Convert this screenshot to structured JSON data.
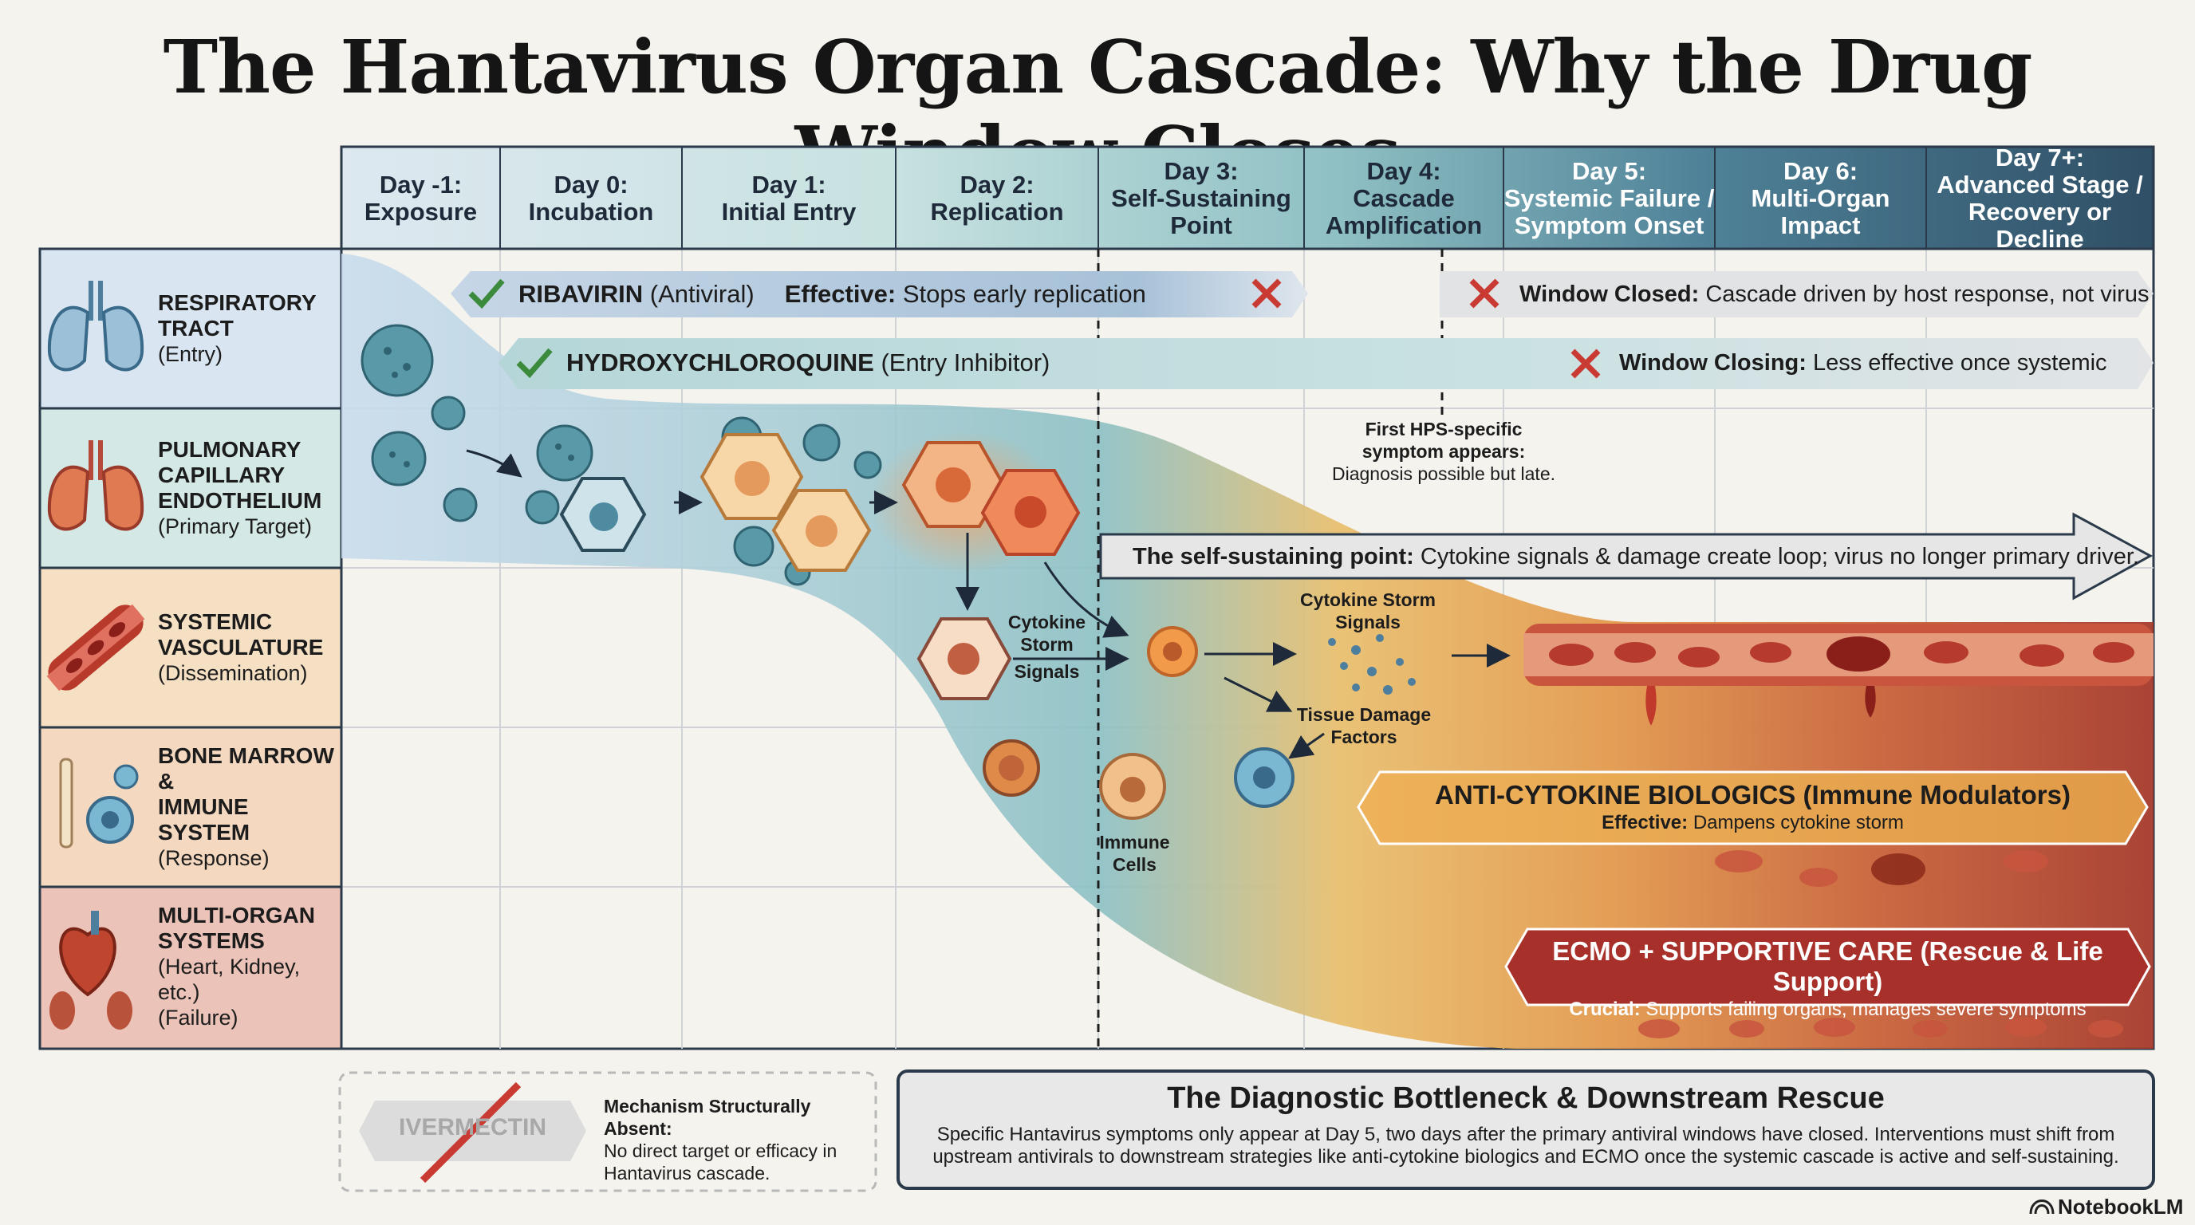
{
  "title": "The Hantavirus Organ Cascade: Why the Drug Window Closes",
  "days": [
    {
      "l1": "Day -1:",
      "l2": "Exposure",
      "l3": ""
    },
    {
      "l1": "Day 0:",
      "l2": "Incubation",
      "l3": ""
    },
    {
      "l1": "Day 1:",
      "l2": "Initial Entry",
      "l3": ""
    },
    {
      "l1": "Day 2:",
      "l2": "Replication",
      "l3": ""
    },
    {
      "l1": "Day 3:",
      "l2": "Self-Sustaining",
      "l3": "Point"
    },
    {
      "l1": "Day 4:",
      "l2": "Cascade",
      "l3": "Amplification"
    },
    {
      "l1": "Day 5:",
      "l2": "Systemic Failure /",
      "l3": "Symptom Onset"
    },
    {
      "l1": "Day 6:",
      "l2": "Multi-Organ",
      "l3": "Impact"
    },
    {
      "l1": "Day 7+:",
      "l2": "Advanced Stage /",
      "l3": "Recovery or Decline"
    }
  ],
  "organs": [
    {
      "name1": "RESPIRATORY",
      "name2": "TRACT",
      "name3": "",
      "sub1": "(Entry)",
      "sub2": "",
      "icon": "lungs-icon"
    },
    {
      "name1": "PULMONARY",
      "name2": "CAPILLARY",
      "name3": "ENDOTHELIUM",
      "sub1": "(Primary Target)",
      "sub2": "",
      "icon": "lung-tissue-icon"
    },
    {
      "name1": "SYSTEMIC",
      "name2": "VASCULATURE",
      "name3": "",
      "sub1": "(Dissemination)",
      "sub2": "",
      "icon": "blood-vessel-icon"
    },
    {
      "name1": "BONE MARROW &",
      "name2": "IMMUNE SYSTEM",
      "name3": "",
      "sub1": "(Response)",
      "sub2": "",
      "icon": "bone-immune-icon"
    },
    {
      "name1": "MULTI-ORGAN",
      "name2": "SYSTEMS",
      "name3": "",
      "sub1": "(Heart, Kidney, etc.)",
      "sub2": "(Failure)",
      "icon": "heart-kidney-icon"
    }
  ],
  "ribavirin": {
    "name": "RIBAVIRIN",
    "type": "(Antiviral)",
    "eff_label": "Effective:",
    "eff_text": "Stops early replication",
    "closed_label": "Window Closed:",
    "closed_text": "Cascade driven by host response, not virus"
  },
  "hcq": {
    "name": "HYDROXYCHLOROQUINE",
    "type": "(Entry Inhibitor)",
    "closing_label": "Window Closing:",
    "closing_text": "Less effective once systemic"
  },
  "hps_note": {
    "l1": "First HPS-specific",
    "l2": "symptom appears:",
    "l3": "Diagnosis possible but late."
  },
  "self_sustaining": {
    "label": "The self-sustaining point:",
    "text": "Cytokine signals & damage create loop; virus no longer primary driver."
  },
  "labels": {
    "cytokine_l1": "Cytokine",
    "cytokine_l2": "Storm",
    "cytokine_l3": "Signals",
    "storm_l1": "Cytokine Storm",
    "storm_l2": "Signals",
    "damage_l1": "Tissue Damage",
    "damage_l2": "Factors",
    "immune_l1": "Immune",
    "immune_l2": "Cells"
  },
  "anticytokine": {
    "title": "ANTI-CYTOKINE BIOLOGICS (Immune Modulators)",
    "eff_label": "Effective:",
    "eff_text": "Dampens cytokine storm"
  },
  "ecmo": {
    "title": "ECMO + SUPPORTIVE CARE (Rescue & Life Support)",
    "crucial_label": "Crucial:",
    "crucial_text": "Supports failing organs, manages severe symptoms"
  },
  "ivermectin": {
    "name": "IVERMECTIN",
    "head": "Mechanism Structurally Absent:",
    "l1": "No direct target or efficacy in",
    "l2": "Hantavirus cascade."
  },
  "bottleneck": {
    "title": "The Diagnostic Bottleneck & Downstream Rescue",
    "l1": "Specific Hantavirus symptoms only appear at Day 5, two days after the primary antiviral windows have closed. Interventions must shift from",
    "l2": "upstream antivirals to downstream strategies like anti-cytokine biologics and ECMO once the systemic cascade is active and self-sustaining."
  },
  "brand": "NotebookLM",
  "colors": {
    "virus": "#5a9aa8",
    "cell": "#e8a060",
    "check": "#3c8a3c",
    "cross": "#c83a32",
    "ecmo": "#a8302a"
  }
}
